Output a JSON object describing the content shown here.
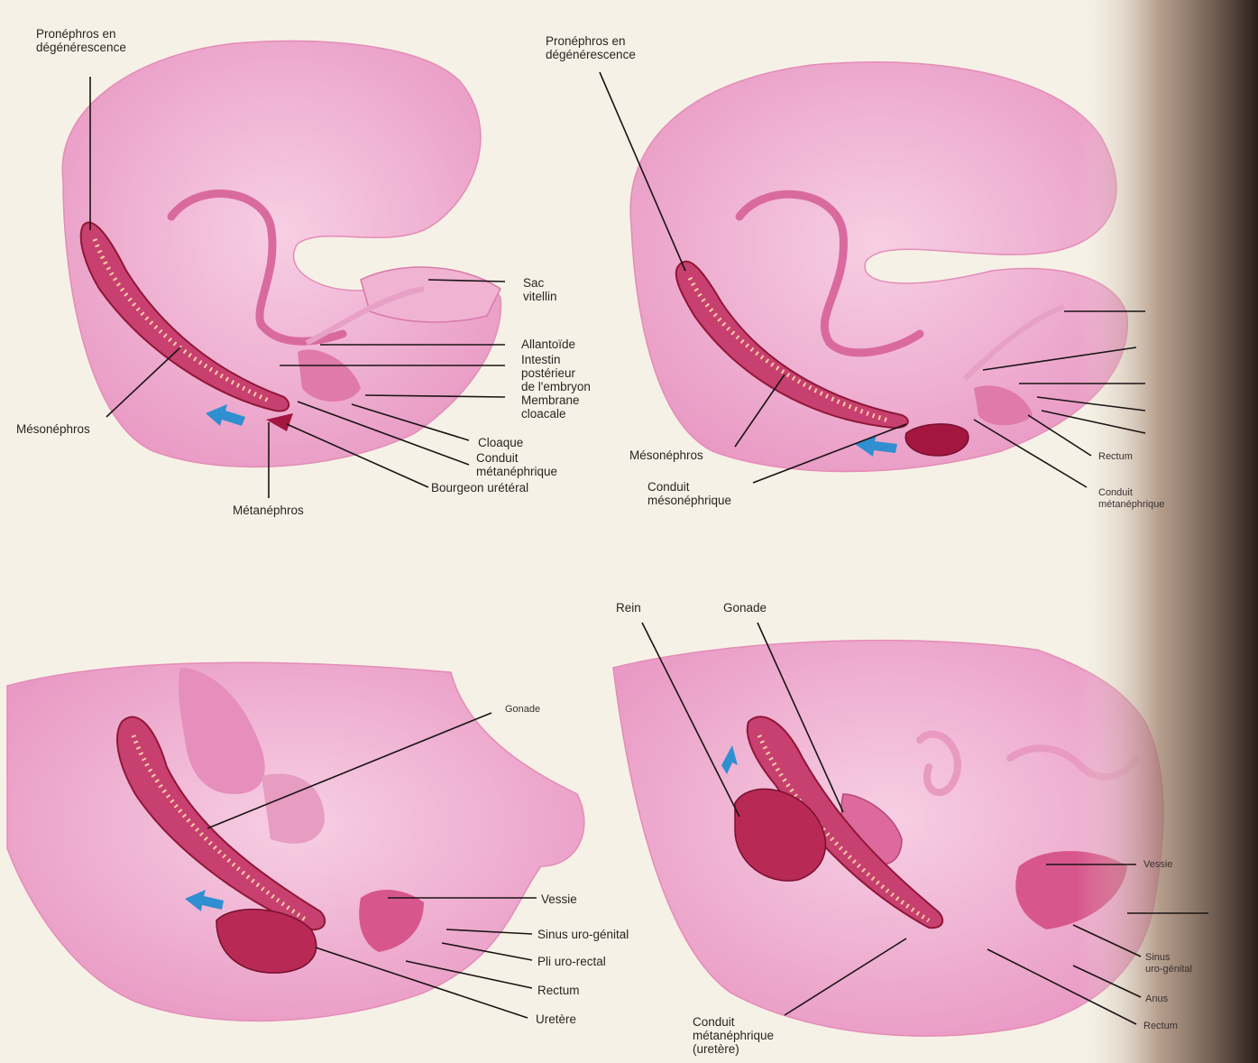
{
  "colors": {
    "paper": "#f6f1e6",
    "tissue_light": "#f2bfd9",
    "tissue_mid": "#e690bd",
    "tissue_dark": "#c9477f",
    "organ": "#b82a55",
    "organ_dark": "#8f1738",
    "arrow": "#2f8fd0",
    "leader": "#1a1414",
    "binding_shadow": "#3a2a20"
  },
  "panels": {
    "top_left": {
      "pronephros": "Pronéphros en\ndégénérescence",
      "sac": "Sac\nvitellin",
      "allantoide": "Allantoïde",
      "intestin": "Intestin\npostérieur\nde l'embryon",
      "membrane": "Membrane\ncloacale",
      "mesonephros": "Mésonéphros",
      "cloaque": "Cloaque",
      "conduit": "Conduit\nmétanéphrique",
      "bourgeon": "Bourgeon urétéral",
      "metanephros": "Métanéphros"
    },
    "top_right": {
      "pronephros": "Pronéphros en\ndégénérescence",
      "mesonephros": "Mésonéphros",
      "conduit_meso": "Conduit\nmésonéphrique",
      "rectum": "Rectum",
      "conduit_meta": "Conduit\nmétanéphrique"
    },
    "bottom_left": {
      "gonade": "Gonade",
      "vessie": "Vessie",
      "sinus": "Sinus uro-génital",
      "pli": "Pli uro-rectal",
      "rectum": "Rectum",
      "uretere": "Uretère"
    },
    "bottom_right": {
      "rein": "Rein",
      "gonade": "Gonade",
      "vessie": "Vessie",
      "sinus": "Sinus\nuro-génital",
      "anus": "Anus",
      "rectum": "Rectum",
      "conduit": "Conduit\nmétanéphrique\n(uretère)"
    }
  }
}
